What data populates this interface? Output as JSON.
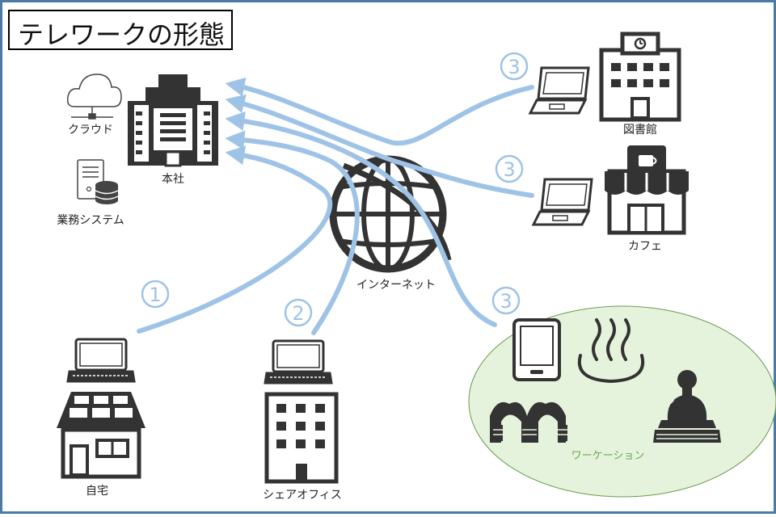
{
  "title": "テレワークの形態",
  "labels": {
    "cloud": "クラウド",
    "hq": "本社",
    "business_system": "業務システム",
    "internet": "インターネット",
    "home": "自宅",
    "share_office": "シェアオフィス",
    "library": "図書館",
    "cafe": "カフェ",
    "workation": "ワーケーション"
  },
  "badges": {
    "home": "1",
    "share_office": "2",
    "library": "3",
    "cafe": "3",
    "workation": "3"
  },
  "colors": {
    "frame": "#4a7ba6",
    "arrow": "#9fc3e6",
    "badge": "#9fc3e6",
    "icon": "#333333",
    "workation_fill": "#e6f3dc",
    "workation_text": "#6aa84f"
  }
}
